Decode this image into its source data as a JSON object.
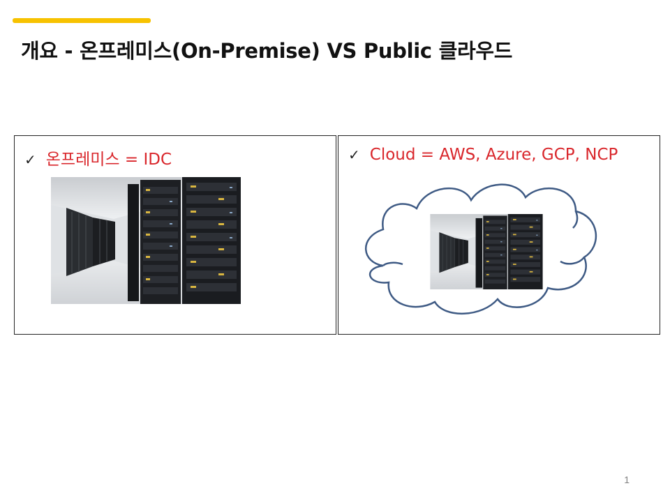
{
  "slide": {
    "title": "개요 - 온프레미스(On-Premise)   VS   Public 클라우드",
    "accent_color": "#f7c200",
    "heading_color": "#d9262b",
    "page_number": "1"
  },
  "left_panel": {
    "check_icon": "checkmark-icon",
    "heading": "온프레미스 = IDC",
    "image": "server-racks-photo"
  },
  "right_panel": {
    "check_icon": "checkmark-icon",
    "heading": "Cloud = AWS, Azure, GCP, NCP",
    "image": "server-racks-photo",
    "shape": "cloud-outline"
  }
}
